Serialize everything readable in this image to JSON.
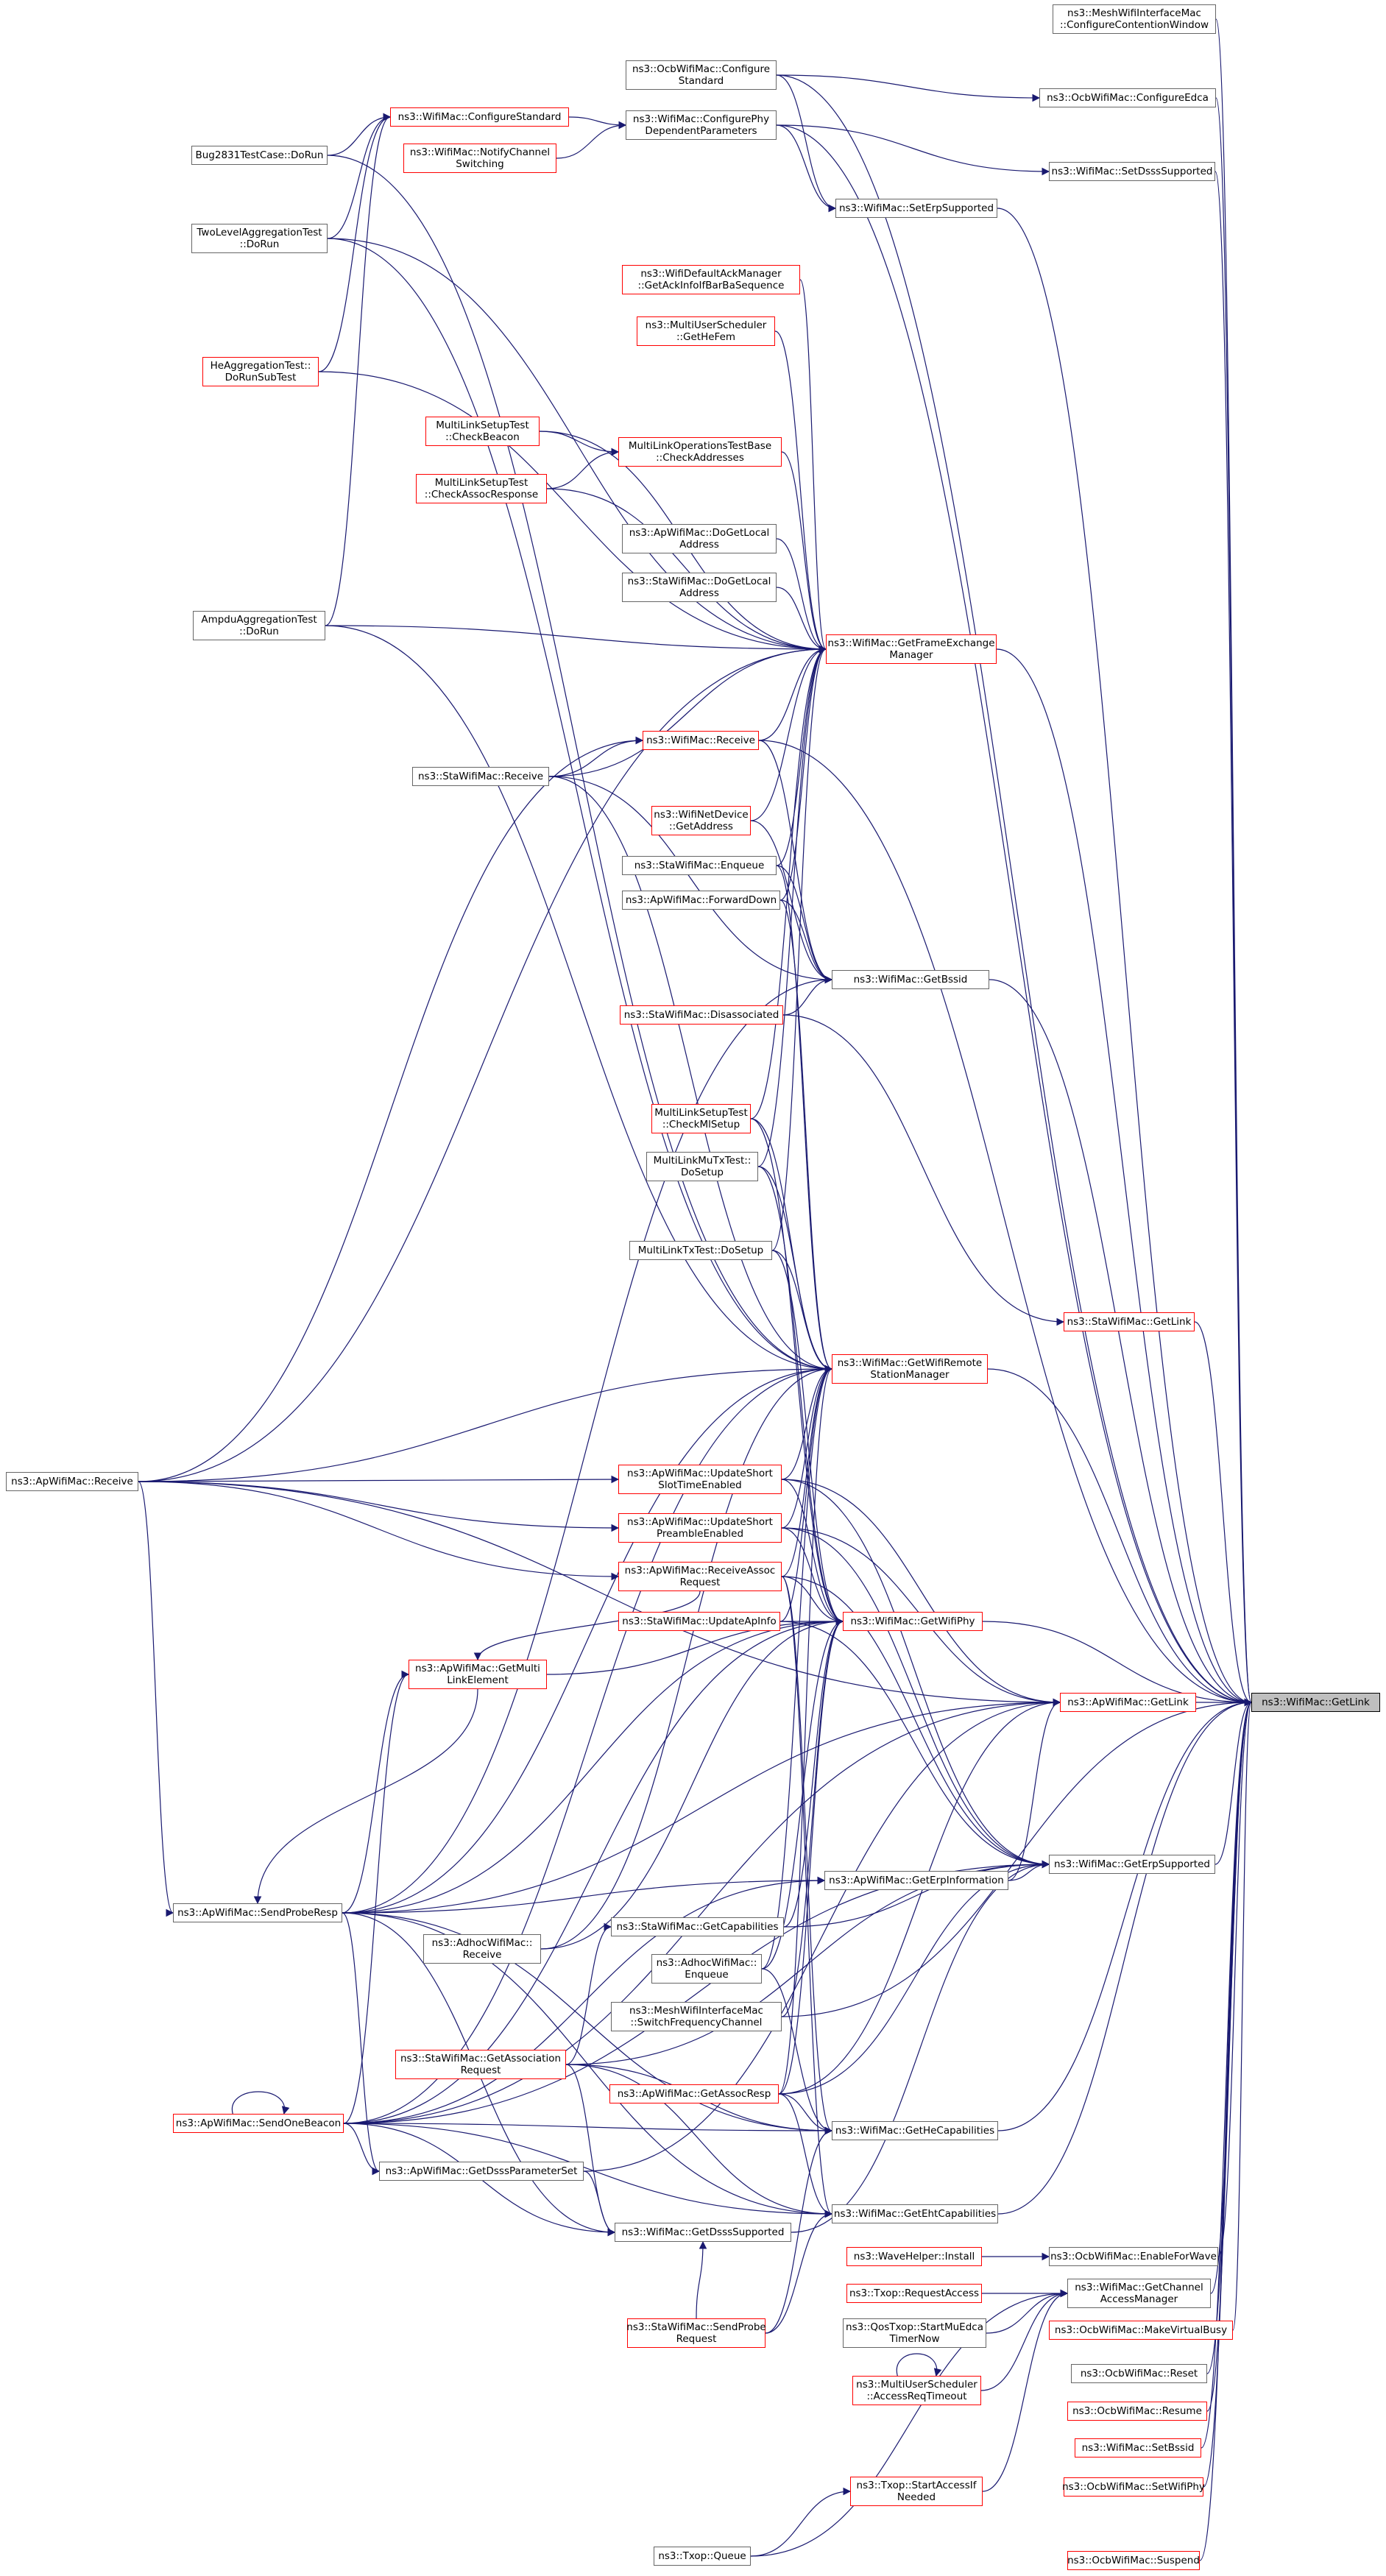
{
  "colors": {
    "edge": "#191970",
    "node_border": "#666666",
    "node_border_highlight": "#ff0000",
    "root_fill": "#bfbfbf"
  },
  "nodes": [
    {
      "id": "root",
      "label": "ns3::WifiMac::GetLink",
      "style": "root"
    },
    {
      "id": "n01",
      "label": "ns3::MeshWifiInterfaceMac\n::ConfigureContentionWindow",
      "style": "black"
    },
    {
      "id": "n02",
      "label": "ns3::OcbWifiMac::Configure\nStandard",
      "style": "black"
    },
    {
      "id": "n03",
      "label": "ns3::OcbWifiMac::ConfigureEdca",
      "style": "black"
    },
    {
      "id": "n04",
      "label": "ns3::WifiMac::ConfigureStandard",
      "style": "red"
    },
    {
      "id": "n05",
      "label": "ns3::WifiMac::ConfigurePhy\nDependentParameters",
      "style": "black"
    },
    {
      "id": "n06",
      "label": "Bug2831TestCase::DoRun",
      "style": "black"
    },
    {
      "id": "n07",
      "label": "ns3::WifiMac::NotifyChannel\nSwitching",
      "style": "red"
    },
    {
      "id": "n08",
      "label": "ns3::WifiMac::SetDsssSupported",
      "style": "black"
    },
    {
      "id": "n09",
      "label": "ns3::WifiMac::SetErpSupported",
      "style": "black"
    },
    {
      "id": "n10",
      "label": "TwoLevelAggregationTest\n::DoRun",
      "style": "black"
    },
    {
      "id": "n11",
      "label": "ns3::WifiDefaultAckManager\n::GetAckInfoIfBarBaSequence",
      "style": "red"
    },
    {
      "id": "n12",
      "label": "ns3::MultiUserScheduler\n::GetHeFem",
      "style": "red"
    },
    {
      "id": "n13",
      "label": "HeAggregationTest::\nDoRunSubTest",
      "style": "red"
    },
    {
      "id": "n14",
      "label": "MultiLinkSetupTest\n::CheckBeacon",
      "style": "red"
    },
    {
      "id": "n15",
      "label": "MultiLinkOperationsTestBase\n::CheckAddresses",
      "style": "red"
    },
    {
      "id": "n16",
      "label": "MultiLinkSetupTest\n::CheckAssocResponse",
      "style": "red"
    },
    {
      "id": "n17",
      "label": "ns3::ApWifiMac::DoGetLocal\nAddress",
      "style": "black"
    },
    {
      "id": "n18",
      "label": "ns3::StaWifiMac::DoGetLocal\nAddress",
      "style": "black"
    },
    {
      "id": "n19",
      "label": "AmpduAggregationTest\n::DoRun",
      "style": "black"
    },
    {
      "id": "n20",
      "label": "ns3::WifiMac::GetFrameExchange\nManager",
      "style": "red"
    },
    {
      "id": "n21",
      "label": "ns3::WifiMac::Receive",
      "style": "red"
    },
    {
      "id": "n22",
      "label": "ns3::StaWifiMac::Receive",
      "style": "black"
    },
    {
      "id": "n23",
      "label": "ns3::WifiNetDevice\n::GetAddress",
      "style": "red"
    },
    {
      "id": "n24",
      "label": "ns3::StaWifiMac::Enqueue",
      "style": "black"
    },
    {
      "id": "n25",
      "label": "ns3::ApWifiMac::ForwardDown",
      "style": "black"
    },
    {
      "id": "n26",
      "label": "ns3::WifiMac::GetBssid",
      "style": "black"
    },
    {
      "id": "n27",
      "label": "ns3::StaWifiMac::Disassociated",
      "style": "red"
    },
    {
      "id": "n28",
      "label": "MultiLinkSetupTest\n::CheckMlSetup",
      "style": "red"
    },
    {
      "id": "n29",
      "label": "MultiLinkMuTxTest::\nDoSetup",
      "style": "black"
    },
    {
      "id": "n30",
      "label": "ns3::StaWifiMac::GetLink",
      "style": "red"
    },
    {
      "id": "n31",
      "label": "MultiLinkTxTest::DoSetup",
      "style": "black"
    },
    {
      "id": "n32",
      "label": "ns3::WifiMac::GetWifiRemote\nStationManager",
      "style": "red"
    },
    {
      "id": "n33",
      "label": "ns3::ApWifiMac::Receive",
      "style": "black"
    },
    {
      "id": "n34",
      "label": "ns3::ApWifiMac::UpdateShort\nSlotTimeEnabled",
      "style": "red"
    },
    {
      "id": "n35",
      "label": "ns3::ApWifiMac::UpdateShort\nPreambleEnabled",
      "style": "red"
    },
    {
      "id": "n36",
      "label": "ns3::ApWifiMac::ReceiveAssoc\nRequest",
      "style": "red"
    },
    {
      "id": "n37",
      "label": "ns3::StaWifiMac::UpdateApInfo",
      "style": "red"
    },
    {
      "id": "n38",
      "label": "ns3::WifiMac::GetWifiPhy",
      "style": "red"
    },
    {
      "id": "n39",
      "label": "ns3::ApWifiMac::GetMulti\nLinkElement",
      "style": "red"
    },
    {
      "id": "n40",
      "label": "ns3::ApWifiMac::GetLink",
      "style": "red"
    },
    {
      "id": "n41",
      "label": "ns3::ApWifiMac::GetErpInformation",
      "style": "black"
    },
    {
      "id": "n42",
      "label": "ns3::WifiMac::GetErpSupported",
      "style": "black"
    },
    {
      "id": "n43",
      "label": "ns3::ApWifiMac::SendProbeResp",
      "style": "black"
    },
    {
      "id": "n44",
      "label": "ns3::StaWifiMac::GetCapabilities",
      "style": "black"
    },
    {
      "id": "n45",
      "label": "ns3::AdhocWifiMac::\nReceive",
      "style": "black"
    },
    {
      "id": "n46",
      "label": "ns3::AdhocWifiMac::\nEnqueue",
      "style": "black"
    },
    {
      "id": "n47",
      "label": "ns3::MeshWifiInterfaceMac\n::SwitchFrequencyChannel",
      "style": "black"
    },
    {
      "id": "n48",
      "label": "ns3::StaWifiMac::GetAssociation\nRequest",
      "style": "red"
    },
    {
      "id": "n49",
      "label": "ns3::ApWifiMac::GetAssocResp",
      "style": "red"
    },
    {
      "id": "n50",
      "label": "ns3::ApWifiMac::SendOneBeacon",
      "style": "red"
    },
    {
      "id": "n51",
      "label": "ns3::WifiMac::GetHeCapabilities",
      "style": "black"
    },
    {
      "id": "n52",
      "label": "ns3::ApWifiMac::GetDsssParameterSet",
      "style": "black"
    },
    {
      "id": "n53",
      "label": "ns3::WifiMac::GetEhtCapabilities",
      "style": "black"
    },
    {
      "id": "n54",
      "label": "ns3::WifiMac::GetDsssSupported",
      "style": "black"
    },
    {
      "id": "n55",
      "label": "ns3::WaveHelper::Install",
      "style": "red"
    },
    {
      "id": "n56",
      "label": "ns3::OcbWifiMac::EnableForWave",
      "style": "black"
    },
    {
      "id": "n57",
      "label": "ns3::Txop::RequestAccess",
      "style": "red"
    },
    {
      "id": "n58",
      "label": "ns3::WifiMac::GetChannel\nAccessManager",
      "style": "black"
    },
    {
      "id": "n59",
      "label": "ns3::StaWifiMac::SendProbe\nRequest",
      "style": "red"
    },
    {
      "id": "n60",
      "label": "ns3::QosTxop::StartMuEdca\nTimerNow",
      "style": "black"
    },
    {
      "id": "n61",
      "label": "ns3::OcbWifiMac::MakeVirtualBusy",
      "style": "red"
    },
    {
      "id": "n62",
      "label": "ns3::MultiUserScheduler\n::AccessReqTimeout",
      "style": "red"
    },
    {
      "id": "n63",
      "label": "ns3::OcbWifiMac::Reset",
      "style": "black"
    },
    {
      "id": "n64",
      "label": "ns3::OcbWifiMac::Resume",
      "style": "red"
    },
    {
      "id": "n65",
      "label": "ns3::WifiMac::SetBssid",
      "style": "red"
    },
    {
      "id": "n66",
      "label": "ns3::Txop::StartAccessIf\nNeeded",
      "style": "red"
    },
    {
      "id": "n67",
      "label": "ns3::OcbWifiMac::SetWifiPhy",
      "style": "red"
    },
    {
      "id": "n68",
      "label": "ns3::Txop::Queue",
      "style": "black"
    },
    {
      "id": "n69",
      "label": "ns3::OcbWifiMac::Suspend",
      "style": "red"
    }
  ],
  "edges": [
    [
      "n01",
      "root"
    ],
    [
      "n02",
      "root"
    ],
    [
      "n03",
      "root"
    ],
    [
      "n05",
      "root"
    ],
    [
      "n08",
      "root"
    ],
    [
      "n09",
      "root"
    ],
    [
      "n20",
      "root"
    ],
    [
      "n21",
      "root"
    ],
    [
      "n26",
      "root"
    ],
    [
      "n30",
      "root"
    ],
    [
      "n32",
      "root"
    ],
    [
      "n38",
      "root"
    ],
    [
      "n40",
      "root"
    ],
    [
      "n42",
      "root"
    ],
    [
      "n47",
      "root"
    ],
    [
      "n51",
      "root"
    ],
    [
      "n53",
      "root"
    ],
    [
      "n56",
      "root"
    ],
    [
      "n58",
      "root"
    ],
    [
      "n61",
      "root"
    ],
    [
      "n63",
      "root"
    ],
    [
      "n64",
      "root"
    ],
    [
      "n65",
      "root"
    ],
    [
      "n67",
      "root"
    ],
    [
      "n69",
      "root"
    ],
    [
      "n02",
      "n03"
    ],
    [
      "n02",
      "n09"
    ],
    [
      "n04",
      "n05"
    ],
    [
      "n06",
      "n04"
    ],
    [
      "n10",
      "n04"
    ],
    [
      "n13",
      "n04"
    ],
    [
      "n19",
      "n04"
    ],
    [
      "n07",
      "n05"
    ],
    [
      "n05",
      "n08"
    ],
    [
      "n05",
      "n09"
    ],
    [
      "n10",
      "n20"
    ],
    [
      "n11",
      "n20"
    ],
    [
      "n12",
      "n20"
    ],
    [
      "n13",
      "n20"
    ],
    [
      "n14",
      "n15"
    ],
    [
      "n16",
      "n15"
    ],
    [
      "n14",
      "n20"
    ],
    [
      "n15",
      "n20"
    ],
    [
      "n16",
      "n20"
    ],
    [
      "n17",
      "n20"
    ],
    [
      "n18",
      "n20"
    ],
    [
      "n19",
      "n20"
    ],
    [
      "n21",
      "n20"
    ],
    [
      "n22",
      "n20"
    ],
    [
      "n23",
      "n20"
    ],
    [
      "n24",
      "n20"
    ],
    [
      "n25",
      "n20"
    ],
    [
      "n28",
      "n20"
    ],
    [
      "n29",
      "n20"
    ],
    [
      "n33",
      "n20"
    ],
    [
      "n31",
      "n20"
    ],
    [
      "n22",
      "n21"
    ],
    [
      "n33",
      "n21"
    ],
    [
      "n21",
      "n26"
    ],
    [
      "n24",
      "n26"
    ],
    [
      "n25",
      "n26"
    ],
    [
      "n23",
      "n26"
    ],
    [
      "n27",
      "n26"
    ],
    [
      "n43",
      "n26"
    ],
    [
      "n22",
      "n26"
    ],
    [
      "n27",
      "n30"
    ],
    [
      "n06",
      "n32"
    ],
    [
      "n10",
      "n32"
    ],
    [
      "n19",
      "n32"
    ],
    [
      "n22",
      "n32"
    ],
    [
      "n24",
      "n32"
    ],
    [
      "n25",
      "n32"
    ],
    [
      "n28",
      "n32"
    ],
    [
      "n29",
      "n32"
    ],
    [
      "n31",
      "n32"
    ],
    [
      "n33",
      "n32"
    ],
    [
      "n34",
      "n32"
    ],
    [
      "n35",
      "n32"
    ],
    [
      "n36",
      "n32"
    ],
    [
      "n37",
      "n32"
    ],
    [
      "n45",
      "n32"
    ],
    [
      "n46",
      "n32"
    ],
    [
      "n43",
      "n32"
    ],
    [
      "n50",
      "n32"
    ],
    [
      "n49",
      "n32"
    ],
    [
      "n33",
      "n34"
    ],
    [
      "n33",
      "n35"
    ],
    [
      "n33",
      "n36"
    ],
    [
      "n33",
      "n43"
    ],
    [
      "n36",
      "n38"
    ],
    [
      "n37",
      "n38"
    ],
    [
      "n34",
      "n38"
    ],
    [
      "n35",
      "n38"
    ],
    [
      "n28",
      "n38"
    ],
    [
      "n29",
      "n38"
    ],
    [
      "n31",
      "n38"
    ],
    [
      "n39",
      "n38"
    ],
    [
      "n44",
      "n38"
    ],
    [
      "n45",
      "n38"
    ],
    [
      "n46",
      "n38"
    ],
    [
      "n47",
      "n38"
    ],
    [
      "n49",
      "n38"
    ],
    [
      "n43",
      "n38"
    ],
    [
      "n50",
      "n38"
    ],
    [
      "n34",
      "n40"
    ],
    [
      "n35",
      "n40"
    ],
    [
      "n33",
      "n40"
    ],
    [
      "n41",
      "n40"
    ],
    [
      "n49",
      "n40"
    ],
    [
      "n43",
      "n40"
    ],
    [
      "n50",
      "n40"
    ],
    [
      "n52",
      "n40"
    ],
    [
      "n36",
      "n39"
    ],
    [
      "n43",
      "n39"
    ],
    [
      "n50",
      "n39"
    ],
    [
      "n43",
      "n41"
    ],
    [
      "n50",
      "n41"
    ],
    [
      "n41",
      "n42"
    ],
    [
      "n44",
      "n42"
    ],
    [
      "n36",
      "n42"
    ],
    [
      "n34",
      "n42"
    ],
    [
      "n35",
      "n42"
    ],
    [
      "n37",
      "n42"
    ],
    [
      "n49",
      "n42"
    ],
    [
      "n50",
      "n42"
    ],
    [
      "n48",
      "n42"
    ],
    [
      "n48",
      "n44"
    ],
    [
      "n43",
      "n51"
    ],
    [
      "n50",
      "n51"
    ],
    [
      "n48",
      "n51"
    ],
    [
      "n49",
      "n51"
    ],
    [
      "n36",
      "n51"
    ],
    [
      "n59",
      "n51"
    ],
    [
      "n46",
      "n51"
    ],
    [
      "n43",
      "n52"
    ],
    [
      "n50",
      "n52"
    ],
    [
      "n52",
      "n54"
    ],
    [
      "n43",
      "n54"
    ],
    [
      "n50",
      "n54"
    ],
    [
      "n48",
      "n54"
    ],
    [
      "n59",
      "n54"
    ],
    [
      "n43",
      "n53"
    ],
    [
      "n50",
      "n53"
    ],
    [
      "n48",
      "n53"
    ],
    [
      "n49",
      "n53"
    ],
    [
      "n59",
      "n53"
    ],
    [
      "n36",
      "n53"
    ],
    [
      "n54",
      "n42"
    ],
    [
      "n55",
      "n56"
    ],
    [
      "n57",
      "n58"
    ],
    [
      "n60",
      "n58"
    ],
    [
      "n62",
      "n58"
    ],
    [
      "n62",
      "n62"
    ],
    [
      "n66",
      "n58"
    ],
    [
      "n68",
      "n66"
    ],
    [
      "n68",
      "n58"
    ],
    [
      "n50",
      "n50"
    ],
    [
      "n39",
      "n43"
    ]
  ]
}
